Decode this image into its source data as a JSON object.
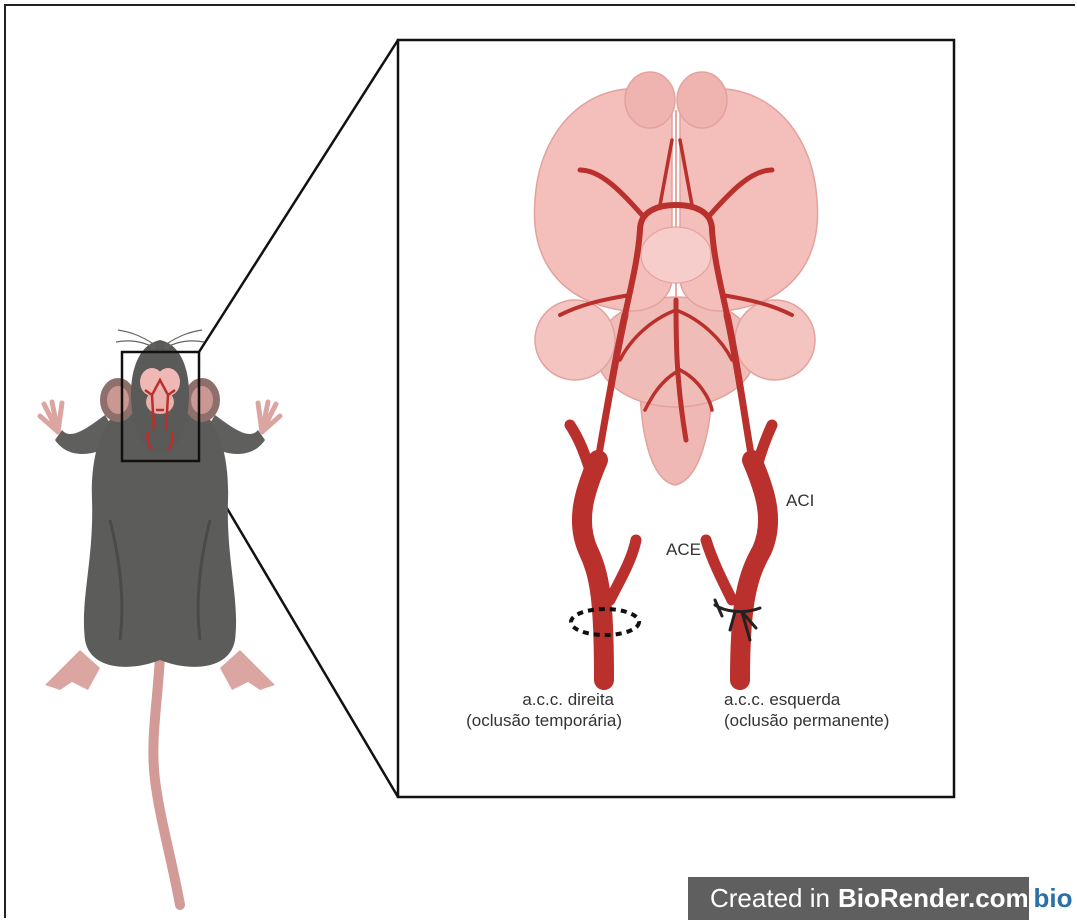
{
  "labels": {
    "aci": "ACI",
    "ace": "ACE",
    "right_cca_line1": "a.c.c. direita",
    "right_cca_line2": "(oclusão temporária)",
    "left_cca_line1": "a.c.c. esquerda",
    "left_cca_line2": "(oclusão permanente)"
  },
  "badge": {
    "prefix": "Created in",
    "brand": "BioRender.com",
    "logo_text": "bio"
  },
  "colors": {
    "artery": "#b9302c",
    "brain": "#f2b8b4",
    "mouse_fur": "#5c5c5a",
    "tail": "#d9a39f"
  }
}
